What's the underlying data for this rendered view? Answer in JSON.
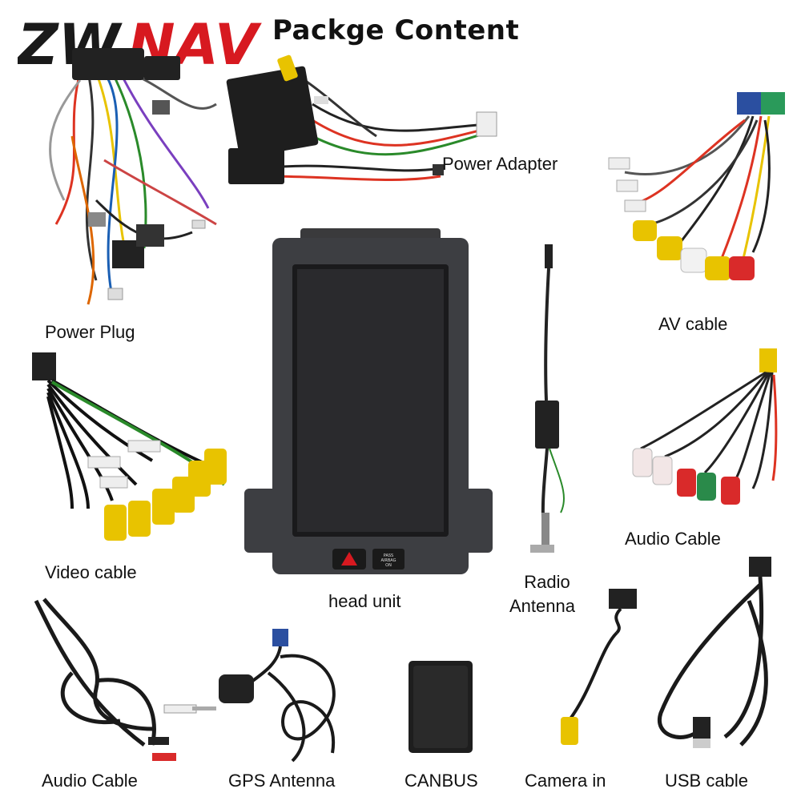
{
  "brand": {
    "logo_left": "ZW",
    "logo_right": "NAV",
    "accent": "#d71920",
    "dark": "#1a1a1a"
  },
  "title": "Packge Content",
  "items": [
    {
      "label": "Power Plug"
    },
    {
      "label": "Power Adapter"
    },
    {
      "label": "AV cable"
    },
    {
      "label": "Video cable"
    },
    {
      "label": "head unit"
    },
    {
      "label": "Radio\nAntenna",
      "line1": "Radio",
      "line2": "Antenna"
    },
    {
      "label": "Audio Cable"
    },
    {
      "label": "Audio Cable"
    },
    {
      "label": "GPS Antenna"
    },
    {
      "label": "CANBUS"
    },
    {
      "label": "Camera in"
    },
    {
      "label": "USB cable"
    }
  ],
  "head_unit": {
    "hazard_icon": "hazard-triangle-icon",
    "button_text": "PASS AIRBAG ON"
  }
}
